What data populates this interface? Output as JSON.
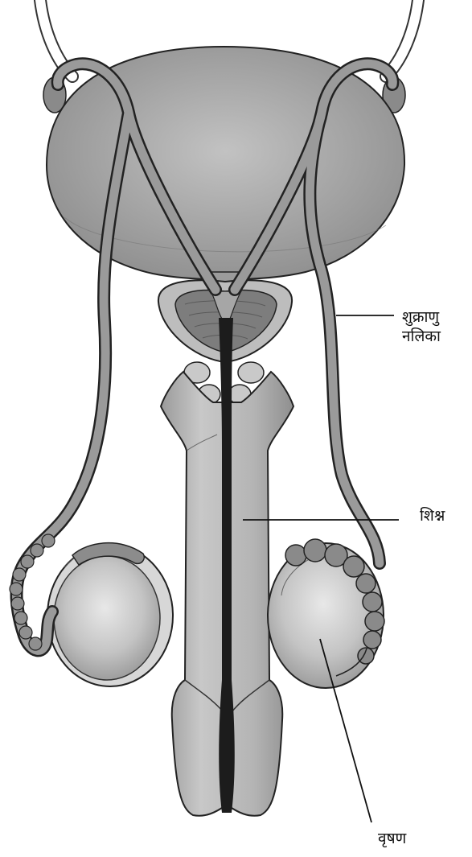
{
  "diagram": {
    "labels": {
      "sperm_duct_line1": "शुक्राणु",
      "sperm_duct_line2": "नलिका",
      "penis": "शिश्न",
      "testis": "वृषण"
    }
  }
}
